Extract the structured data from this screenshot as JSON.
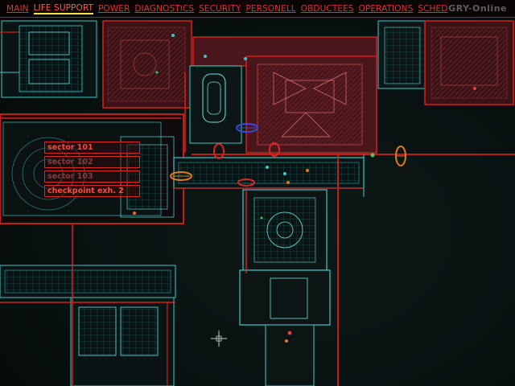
{
  "menu": {
    "items": [
      {
        "label": "MAIN",
        "active": false
      },
      {
        "label": "LIFE SUPPORT",
        "active": true
      },
      {
        "label": "POWER",
        "active": false
      },
      {
        "label": "DIAGNOSTICS",
        "active": false
      },
      {
        "label": "SECURITY",
        "active": false
      },
      {
        "label": "PERSONELL",
        "active": false
      },
      {
        "label": "OBDUCTEES",
        "active": false
      },
      {
        "label": "OPERATIONS",
        "active": false
      },
      {
        "label": "SCHED",
        "active": false
      }
    ]
  },
  "watermark": "GRY-Online",
  "sectors": [
    {
      "label": "sector 101",
      "dim": false
    },
    {
      "label": "sector 102",
      "dim": true
    },
    {
      "label": "sector 103",
      "dim": true
    },
    {
      "label": "checkpoint exh. 2",
      "dim": false
    }
  ],
  "colors": {
    "wall_red": "#d42020",
    "wall_cyan": "#3ec8c8",
    "room_fill_red": "#5a1a1e",
    "marker_orange": "#e07a20",
    "marker_blue": "#3a4ad8",
    "text_red": "#ff4a3a"
  },
  "icons": {
    "cursor": "crosshair-icon",
    "door_markers": "door-marker-icon"
  }
}
